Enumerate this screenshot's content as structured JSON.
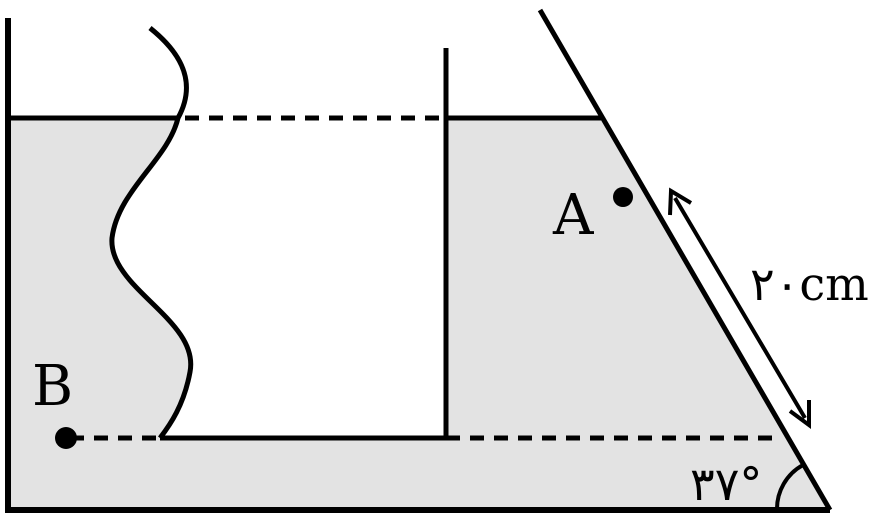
{
  "labels": {
    "point_a": "A",
    "point_b": "B",
    "length": "۲۰cm",
    "angle": "۳۷°"
  },
  "colors": {
    "liquid": "#e3e3e3",
    "stroke": "#000000",
    "background": "#ffffff"
  }
}
